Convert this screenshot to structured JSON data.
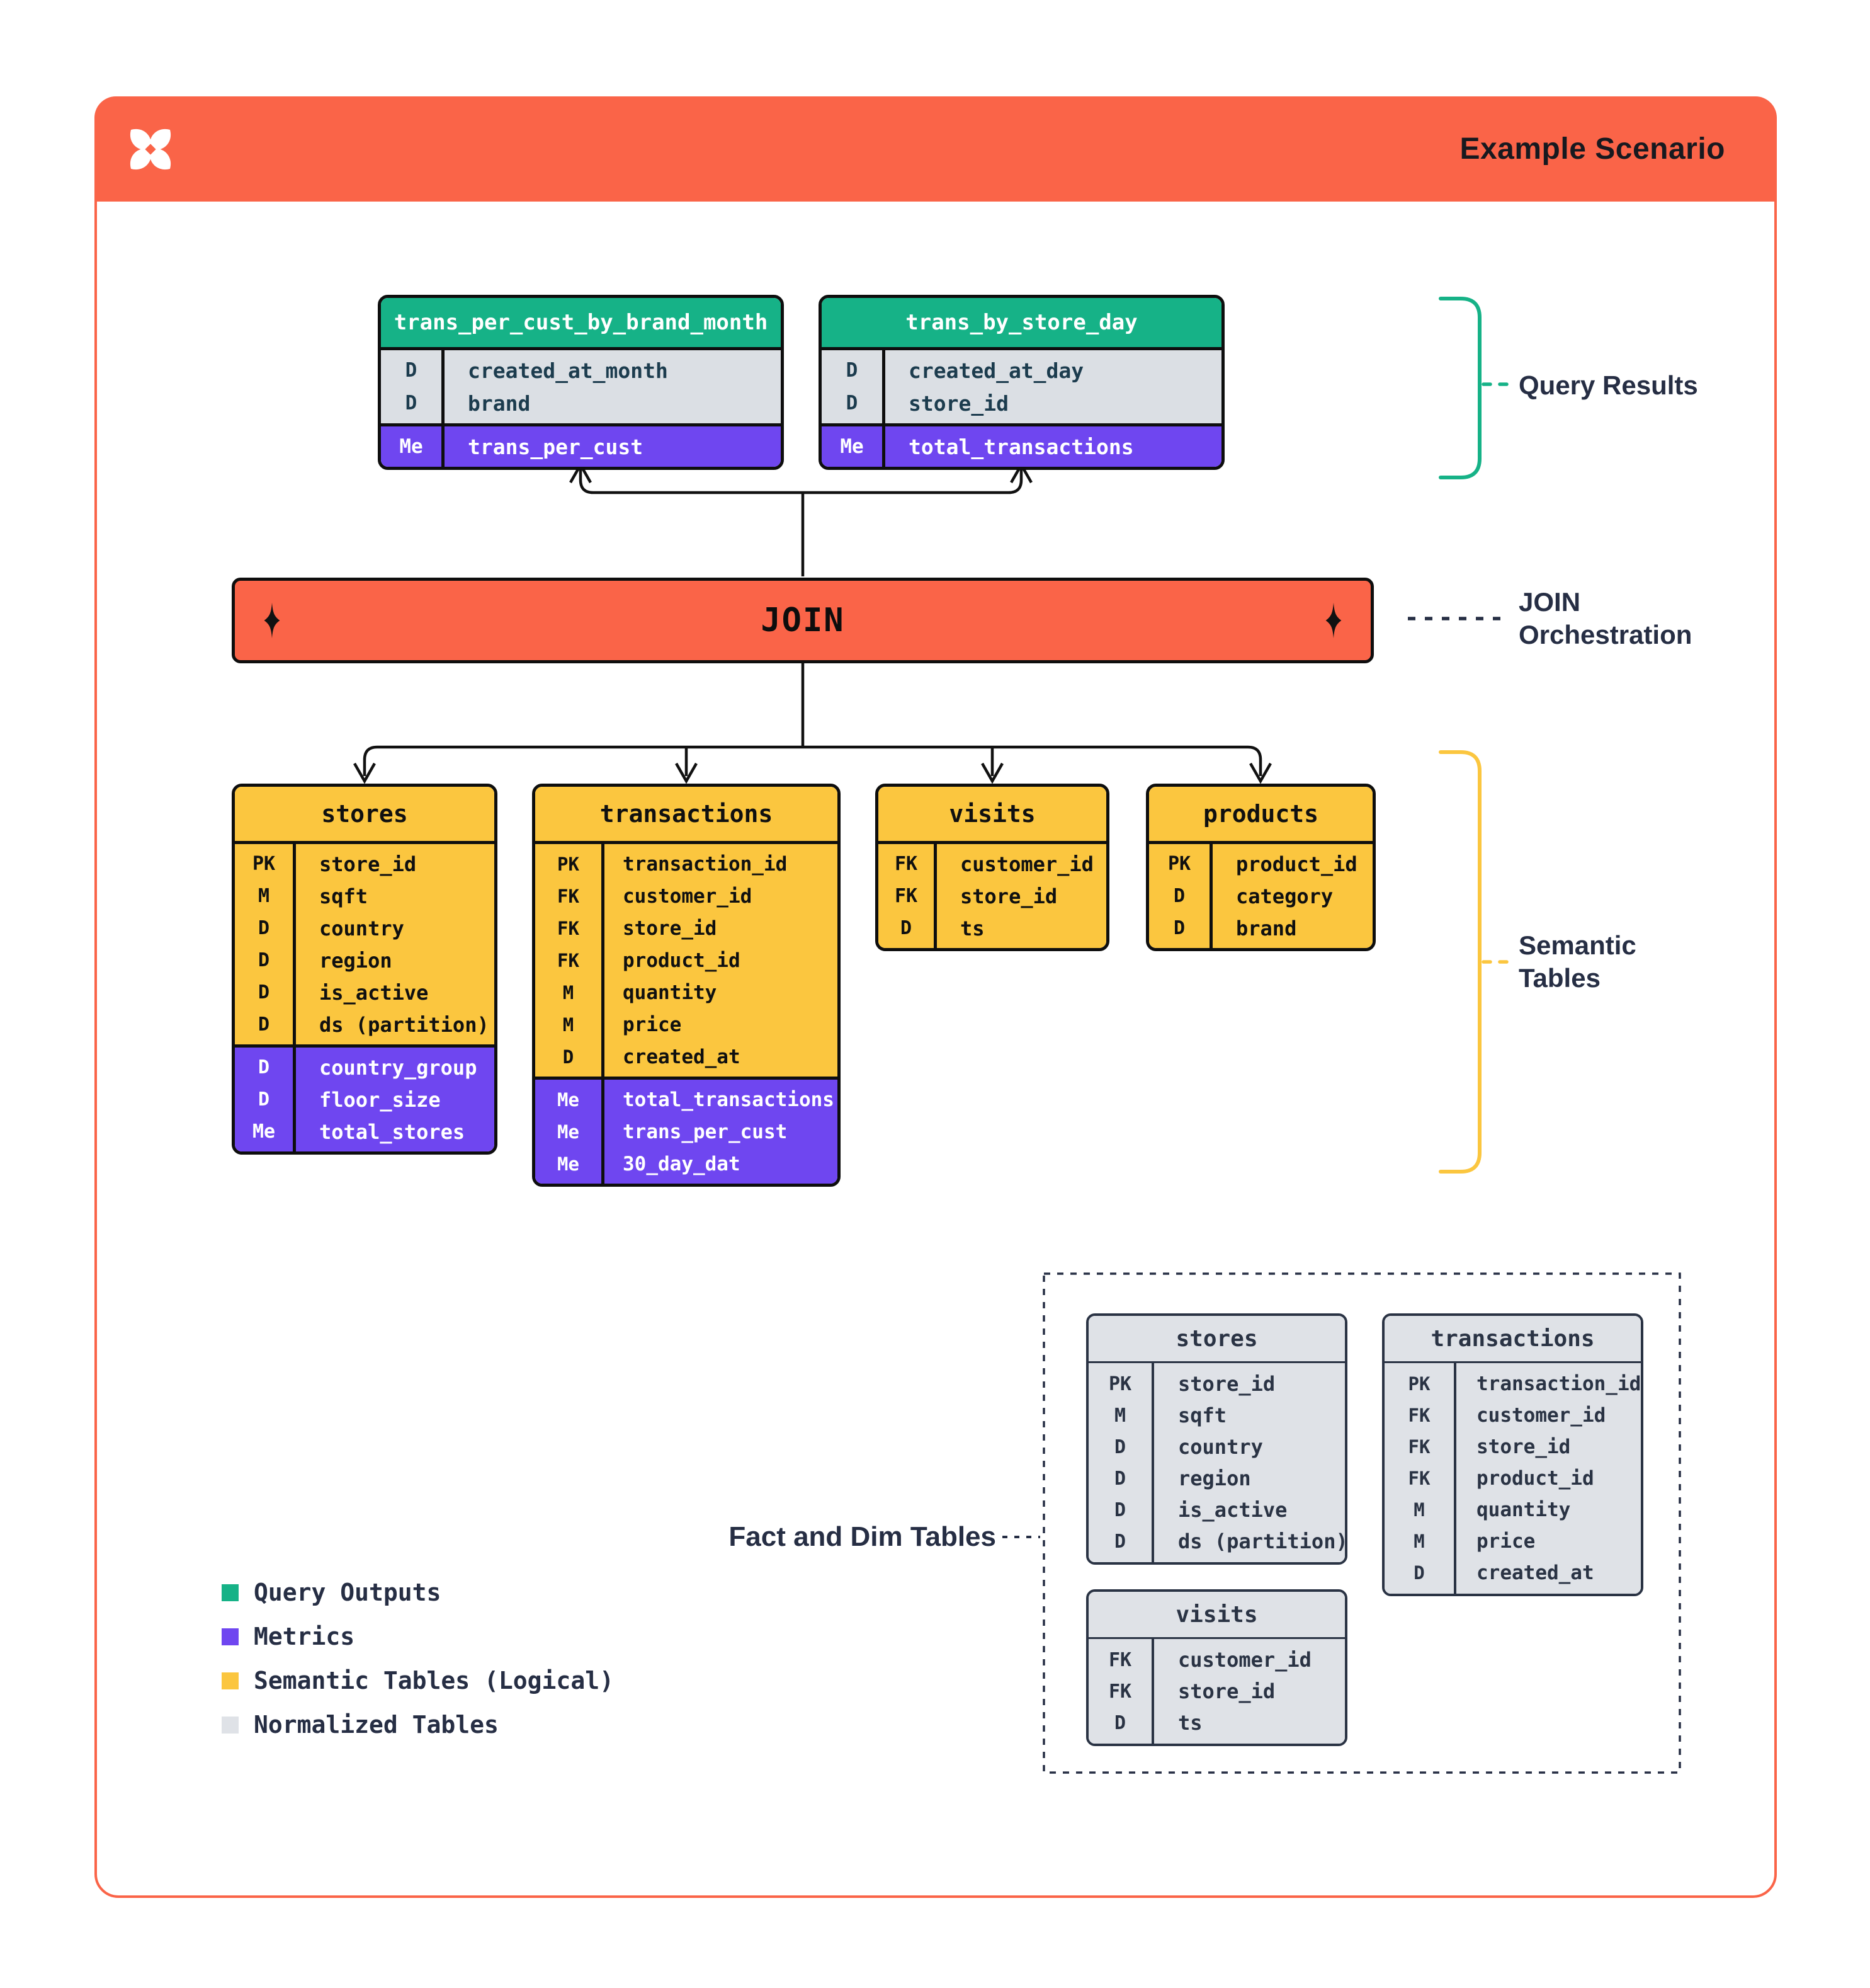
{
  "header": {
    "title": "Example Scenario"
  },
  "join": {
    "label": "JOIN"
  },
  "annotations": {
    "query_results": "Query Results",
    "join_orchestration_line1": "JOIN",
    "join_orchestration_line2": "Orchestration",
    "semantic_tables_line1": "Semantic",
    "semantic_tables_line2": "Tables",
    "fact_dim": "Fact and Dim Tables"
  },
  "query_result_tables": [
    {
      "name": "trans_per_cust_by_brand_month",
      "base": [
        [
          "D",
          "created_at_month"
        ],
        [
          "D",
          "brand"
        ]
      ],
      "metrics": [
        [
          "Me",
          "trans_per_cust"
        ]
      ]
    },
    {
      "name": "trans_by_store_day",
      "base": [
        [
          "D",
          "created_at_day"
        ],
        [
          "D",
          "store_id"
        ]
      ],
      "metrics": [
        [
          "Me",
          "total_transactions"
        ]
      ]
    }
  ],
  "semantic_tables": [
    {
      "name": "stores",
      "base": [
        [
          "PK",
          "store_id"
        ],
        [
          "M",
          "sqft"
        ],
        [
          "D",
          "country"
        ],
        [
          "D",
          "region"
        ],
        [
          "D",
          "is_active"
        ],
        [
          "D",
          "ds (partition)"
        ]
      ],
      "metrics": [
        [
          "D",
          "country_group"
        ],
        [
          "D",
          "floor_size"
        ],
        [
          "Me",
          "total_stores"
        ]
      ]
    },
    {
      "name": "transactions",
      "base": [
        [
          "PK",
          "transaction_id"
        ],
        [
          "FK",
          "customer_id"
        ],
        [
          "FK",
          "store_id"
        ],
        [
          "FK",
          "product_id"
        ],
        [
          "M",
          "quantity"
        ],
        [
          "M",
          "price"
        ],
        [
          "D",
          "created_at"
        ]
      ],
      "metrics": [
        [
          "Me",
          "total_transactions"
        ],
        [
          "Me",
          "trans_per_cust"
        ],
        [
          "Me",
          "30_day_dat"
        ]
      ]
    },
    {
      "name": "visits",
      "base": [
        [
          "FK",
          "customer_id"
        ],
        [
          "FK",
          "store_id"
        ],
        [
          "D",
          "ts"
        ]
      ],
      "metrics": []
    },
    {
      "name": "products",
      "base": [
        [
          "PK",
          "product_id"
        ],
        [
          "D",
          "category"
        ],
        [
          "D",
          "brand"
        ]
      ],
      "metrics": []
    }
  ],
  "normalized_tables": [
    {
      "name": "stores",
      "base": [
        [
          "PK",
          "store_id"
        ],
        [
          "M",
          "sqft"
        ],
        [
          "D",
          "country"
        ],
        [
          "D",
          "region"
        ],
        [
          "D",
          "is_active"
        ],
        [
          "D",
          "ds (partition)"
        ]
      ],
      "metrics": []
    },
    {
      "name": "transactions",
      "base": [
        [
          "PK",
          "transaction_id"
        ],
        [
          "FK",
          "customer_id"
        ],
        [
          "FK",
          "store_id"
        ],
        [
          "FK",
          "product_id"
        ],
        [
          "M",
          "quantity"
        ],
        [
          "M",
          "price"
        ],
        [
          "D",
          "created_at"
        ]
      ],
      "metrics": []
    },
    {
      "name": "visits",
      "base": [
        [
          "FK",
          "customer_id"
        ],
        [
          "FK",
          "store_id"
        ],
        [
          "D",
          "ts"
        ]
      ],
      "metrics": []
    }
  ],
  "legend": [
    {
      "swatch": "#16B287",
      "label": "Query Outputs"
    },
    {
      "swatch": "#6F46F0",
      "label": "Metrics"
    },
    {
      "swatch": "#FBC63F",
      "label": "Semantic Tables (Logical)"
    },
    {
      "swatch": "#DFE2E7",
      "label": "Normalized Tables"
    }
  ],
  "colors": {
    "orange": "#FA6448",
    "green": "#16B287",
    "purple": "#6F46F0",
    "yellow": "#FBC63F",
    "gray": "#DFE2E7",
    "ink": "#262E44"
  }
}
